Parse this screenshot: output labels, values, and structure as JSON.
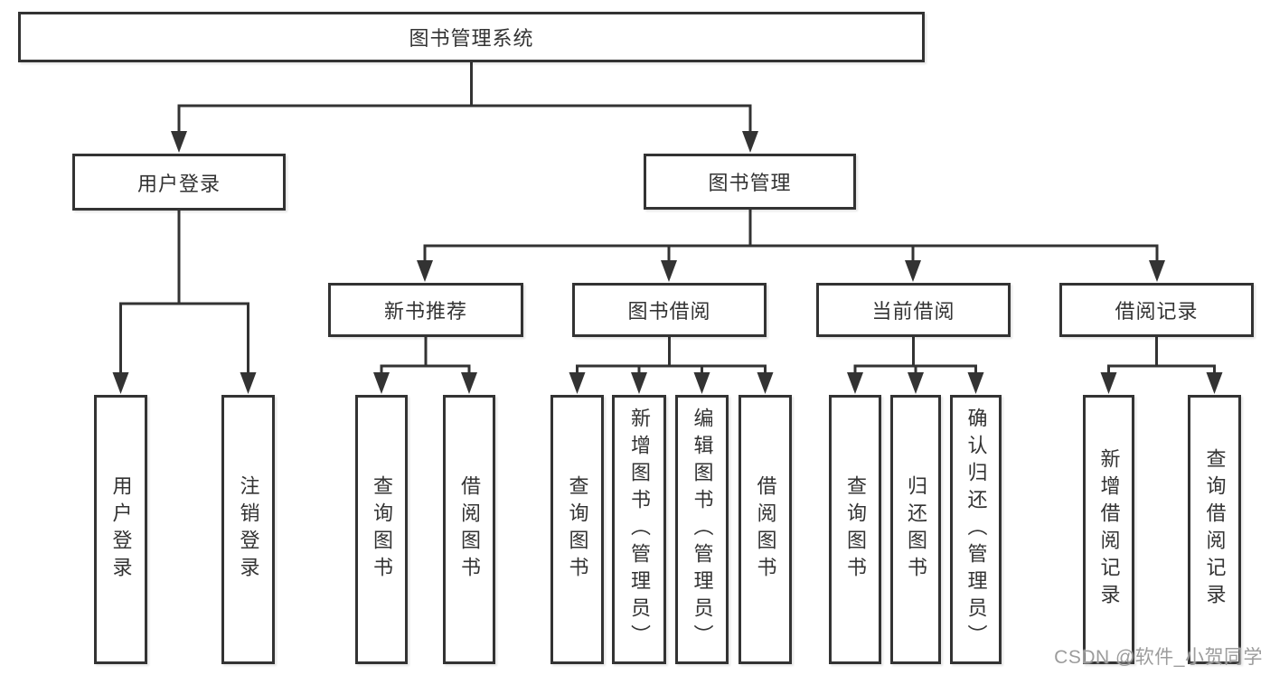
{
  "nodes": {
    "root": "图书管理系统",
    "user_login": "用户登录",
    "book_management": "图书管理",
    "new_book_recommend": "新书推荐",
    "book_borrowing": "图书借阅",
    "current_borrowing": "当前借阅",
    "borrowing_records": "借阅记录",
    "leaf_user_login": "用户登录",
    "leaf_logout_login": "注销登录",
    "leaf_nb_query_books": "查询图书",
    "leaf_nb_borrow_books": "借阅图书",
    "leaf_bb_query_books": "查询图书",
    "leaf_bb_add_books_admin": "新增图书（管理员）",
    "leaf_bb_edit_books_admin": "编辑图书（管理员）",
    "leaf_bb_borrow_books": "借阅图书",
    "leaf_cb_query_books": "查询图书",
    "leaf_cb_return_books": "归还图书",
    "leaf_cb_confirm_return_admin": "确认归还（管理员）",
    "leaf_br_add_record": "新增借阅记录",
    "leaf_br_query_record": "查询借阅记录"
  },
  "watermark": {
    "text": "CSDN @软件_小贺同学"
  },
  "colors": {
    "line": "#333333",
    "text": "#333333",
    "box_background": "#ffffff",
    "page_background": "#ffffff",
    "watermark": "#9c9c9c"
  }
}
